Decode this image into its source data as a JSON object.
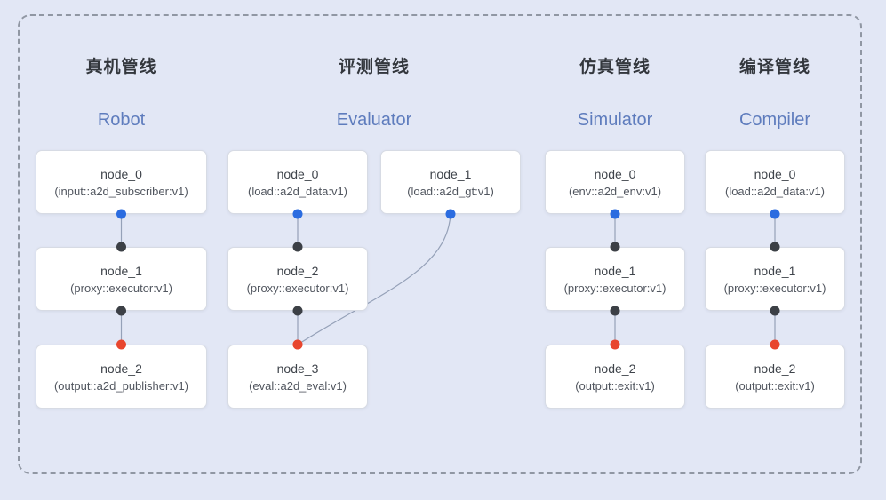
{
  "pipelines": [
    {
      "id": "robot",
      "title_zh": "真机管线",
      "title_en": "Robot",
      "nodes": [
        {
          "name": "node_0",
          "type": "(input::a2d_subscriber:v1)"
        },
        {
          "name": "node_1",
          "type": "(proxy::executor:v1)"
        },
        {
          "name": "node_2",
          "type": "(output::a2d_publisher:v1)"
        }
      ]
    },
    {
      "id": "evaluator",
      "title_zh": "评测管线",
      "title_en": "Evaluator",
      "nodes": [
        {
          "name": "node_0",
          "type": "(load::a2d_data:v1)"
        },
        {
          "name": "node_1",
          "type": "(load::a2d_gt:v1)"
        },
        {
          "name": "node_2",
          "type": "(proxy::executor:v1)"
        },
        {
          "name": "node_3",
          "type": "(eval::a2d_eval:v1)"
        }
      ]
    },
    {
      "id": "simulator",
      "title_zh": "仿真管线",
      "title_en": "Simulator",
      "nodes": [
        {
          "name": "node_0",
          "type": "(env::a2d_env:v1)"
        },
        {
          "name": "node_1",
          "type": "(proxy::executor:v1)"
        },
        {
          "name": "node_2",
          "type": "(output::exit:v1)"
        }
      ]
    },
    {
      "id": "compiler",
      "title_zh": "编译管线",
      "title_en": "Compiler",
      "nodes": [
        {
          "name": "node_0",
          "type": "(load::a2d_data:v1)"
        },
        {
          "name": "node_1",
          "type": "(proxy::executor:v1)"
        },
        {
          "name": "node_2",
          "type": "(output::exit:v1)"
        }
      ]
    }
  ],
  "edges": [
    {
      "from": "robot-0",
      "to": "robot-1",
      "from_port": "blue",
      "to_port": "black",
      "curved": false
    },
    {
      "from": "robot-1",
      "to": "robot-2",
      "from_port": "black",
      "to_port": "red",
      "curved": false
    },
    {
      "from": "evaluator-0",
      "to": "evaluator-2",
      "from_port": "blue",
      "to_port": "black",
      "curved": false
    },
    {
      "from": "evaluator-2",
      "to": "evaluator-3",
      "from_port": "black",
      "to_port": "red",
      "curved": false
    },
    {
      "from": "evaluator-1",
      "to": "evaluator-3",
      "from_port": "blue",
      "to_port": "red",
      "curved": true
    },
    {
      "from": "simulator-0",
      "to": "simulator-1",
      "from_port": "blue",
      "to_port": "black",
      "curved": false
    },
    {
      "from": "simulator-1",
      "to": "simulator-2",
      "from_port": "black",
      "to_port": "red",
      "curved": false
    },
    {
      "from": "compiler-0",
      "to": "compiler-1",
      "from_port": "blue",
      "to_port": "black",
      "curved": false
    },
    {
      "from": "compiler-1",
      "to": "compiler-2",
      "from_port": "black",
      "to_port": "red",
      "curved": false
    }
  ],
  "colors": {
    "background": "#e2e7f5",
    "frame_dash": "#9097a3",
    "edge_line": "#95a1b8",
    "port_blue": "#2b6ce0",
    "port_black": "#3c4046",
    "port_red": "#e8462e",
    "title_zh": "#33373d",
    "title_en": "#5e7cbd"
  }
}
